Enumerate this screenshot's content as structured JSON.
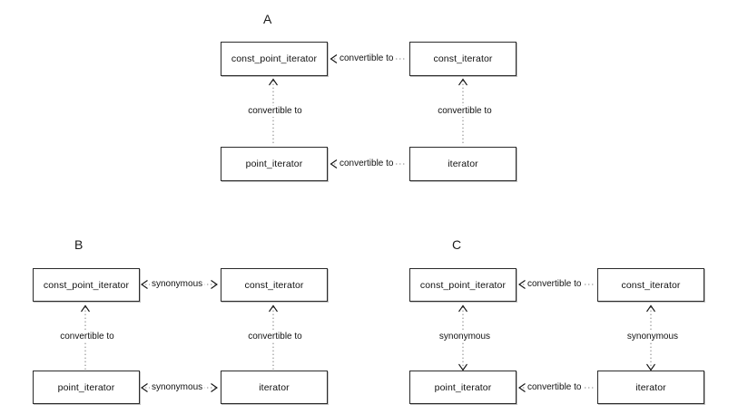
{
  "figure": {
    "title": "",
    "background": "#ffffff",
    "box_border_color": "#2b2b2b",
    "edge_line_color": "#8a8a8a",
    "arrow_color": "#111111"
  },
  "panels": [
    {
      "id": "A",
      "label": "A",
      "nodes": {
        "top_left": "const_point_iterator",
        "top_right": "const_iterator",
        "bottom_left": "point_iterator",
        "bottom_right": "iterator"
      },
      "edges": {
        "top_horizontal": {
          "label": "convertible to",
          "direction": "left"
        },
        "bottom_horizontal": {
          "label": "convertible to",
          "direction": "left"
        },
        "left_vertical": {
          "label": "convertible to",
          "direction": "up"
        },
        "right_vertical": {
          "label": "convertible to",
          "direction": "up"
        }
      }
    },
    {
      "id": "B",
      "label": "B",
      "nodes": {
        "top_left": "const_point_iterator",
        "top_right": "const_iterator",
        "bottom_left": "point_iterator",
        "bottom_right": "iterator"
      },
      "edges": {
        "top_horizontal": {
          "label": "synonymous",
          "direction": "both"
        },
        "bottom_horizontal": {
          "label": "synonymous",
          "direction": "both"
        },
        "left_vertical": {
          "label": "convertible to",
          "direction": "up"
        },
        "right_vertical": {
          "label": "convertible to",
          "direction": "up"
        }
      }
    },
    {
      "id": "C",
      "label": "C",
      "nodes": {
        "top_left": "const_point_iterator",
        "top_right": "const_iterator",
        "bottom_left": "point_iterator",
        "bottom_right": "iterator"
      },
      "edges": {
        "top_horizontal": {
          "label": "convertible to",
          "direction": "left"
        },
        "bottom_horizontal": {
          "label": "convertible to",
          "direction": "left"
        },
        "left_vertical": {
          "label": "synonymous",
          "direction": "both"
        },
        "right_vertical": {
          "label": "synonymous",
          "direction": "both"
        }
      }
    }
  ]
}
